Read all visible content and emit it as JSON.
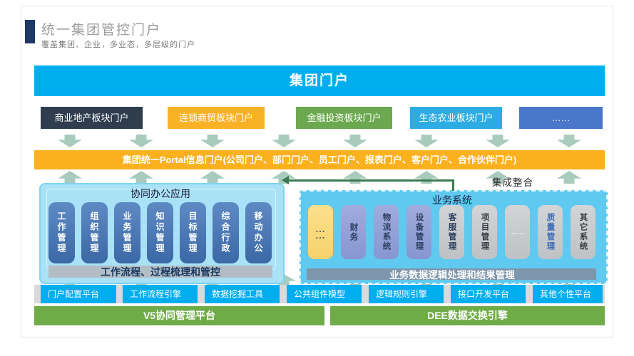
{
  "header": {
    "title": "统一集团管控门户",
    "subtitle": "覆盖集团、企业，多业态，多层级的门户"
  },
  "group_portal_banner": {
    "label": "集团门户"
  },
  "sector_portals": [
    {
      "label": "商业地产板块门户",
      "color": "#2F3D4F"
    },
    {
      "label": "连锁商贸板块门户",
      "color": "#F9B126"
    },
    {
      "label": "金融投资板块门户",
      "color": "#6BA84F"
    },
    {
      "label": "生态农业板块门户",
      "color": "#2CACE3"
    },
    {
      "label": "……",
      "color": "#4A77C9"
    }
  ],
  "unified_portal_bar": {
    "label": "集团统一Portal信息门户(公司门户、部门门户、员工门户、报表门户、客户门户、合作伙伴门户)"
  },
  "collaboration_panel": {
    "title": "协同办公应用",
    "modules": [
      "工作管理",
      "组织管理",
      "业务管理",
      "知识管理",
      "目标管理",
      "综合行政",
      "移动办公"
    ],
    "footer": "工作流程、过程梳理和管控"
  },
  "business_panel": {
    "title": "业务系统",
    "modules": [
      "...\n...",
      "财务",
      "物流系统",
      "设备管理",
      "客服管理",
      "项目管理",
      "......",
      "质量管理",
      "其它系统"
    ],
    "footer": "业务数据逻辑处理和结果管理"
  },
  "integration_label": "集成整合",
  "platform_tools": [
    "门户配置平台",
    "工作流程引擎",
    "数据挖掘工具",
    "公共组件模型",
    "逻辑规则引擎",
    "接口开发平台",
    "其他个性平台"
  ],
  "foundation": [
    "V5协同管理平台",
    "DEE数据交换引擎"
  ],
  "colors": {
    "banner_blue": "#00AEEF",
    "orange_bar": "#FBB01E",
    "arrow_teal": "#A8CBBD",
    "panel_light_blue": "#A9E1F7",
    "panel_blue": "#5FC9F0",
    "pill_blue": "#4A79B8",
    "pill_purple": "#92A0D6",
    "pill_yellow": "#FADB7D",
    "pill_gray": "#C8CACC",
    "green_bar": "#6FAC47",
    "accent_navy": "#1F3864",
    "integration_arrow_green": "#3A7A4E"
  }
}
